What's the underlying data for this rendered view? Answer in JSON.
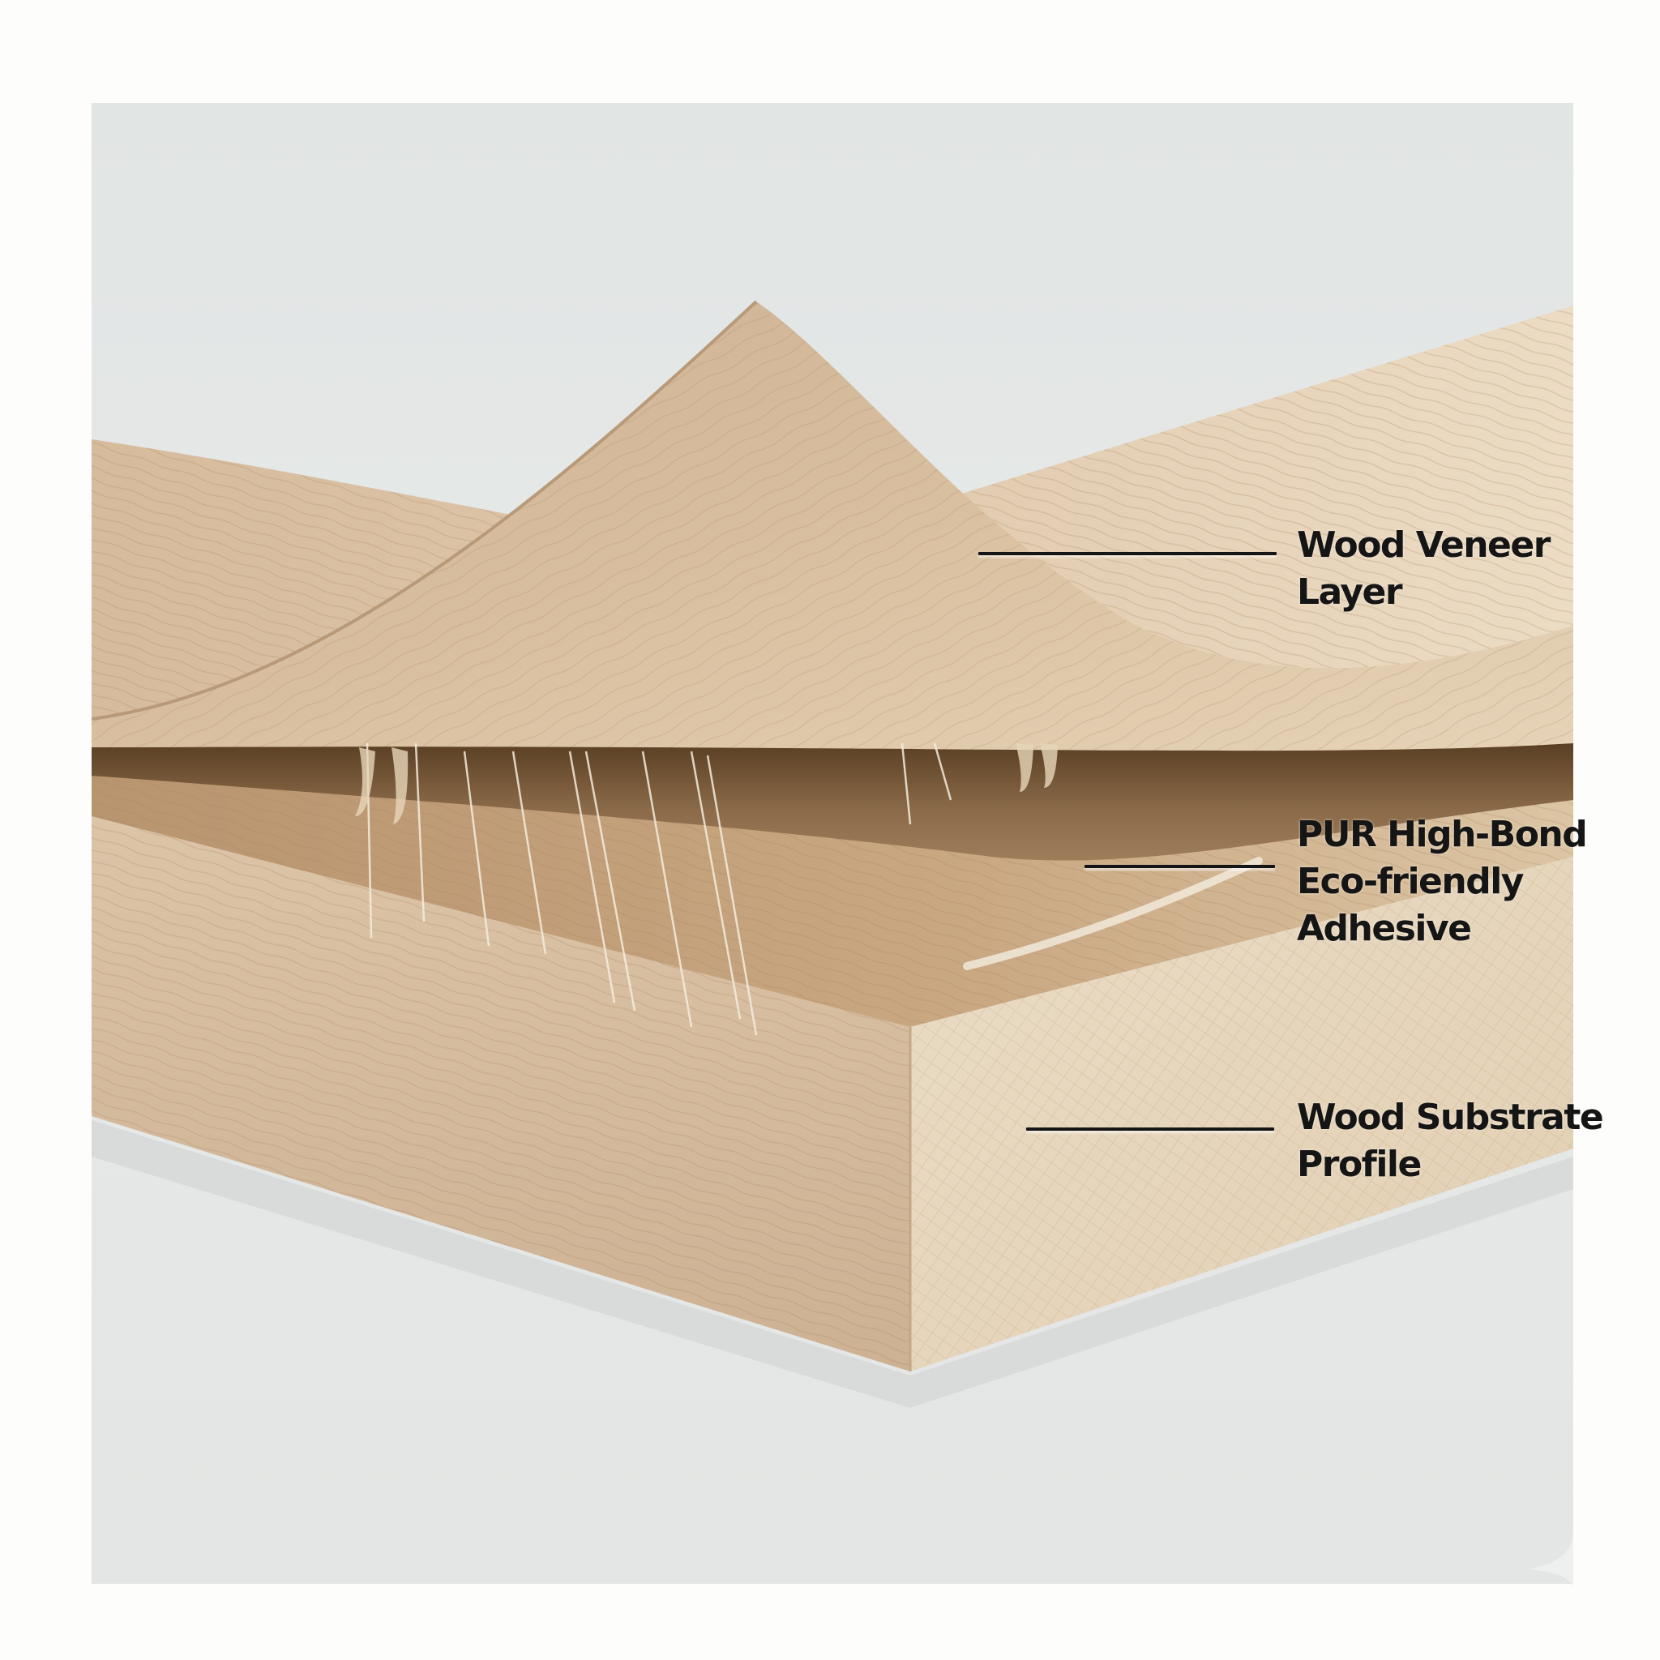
{
  "figure": {
    "subject": "Wood veneer wrapped profile cross-section",
    "colors": {
      "page_background": "#fdfdfb",
      "photo_background": "#e3e6e5",
      "veneer": "#d4b99a",
      "veneer_underside": "#c9a989",
      "substrate_top": "#c7a482",
      "substrate_side": "#d6bea3",
      "substrate_end": "#e6d6bd",
      "adhesive_gap": "#8b6a47",
      "label_text": "#151515",
      "leader_line": "#151515"
    }
  },
  "callouts": [
    {
      "id": "veneer",
      "lines": [
        "Wood Veneer",
        "Layer"
      ]
    },
    {
      "id": "adhesive",
      "lines": [
        "PUR High-Bond",
        "Eco-friendly",
        "Adhesive"
      ]
    },
    {
      "id": "substrate",
      "lines": [
        "Wood Substrate",
        "Profile"
      ]
    }
  ]
}
